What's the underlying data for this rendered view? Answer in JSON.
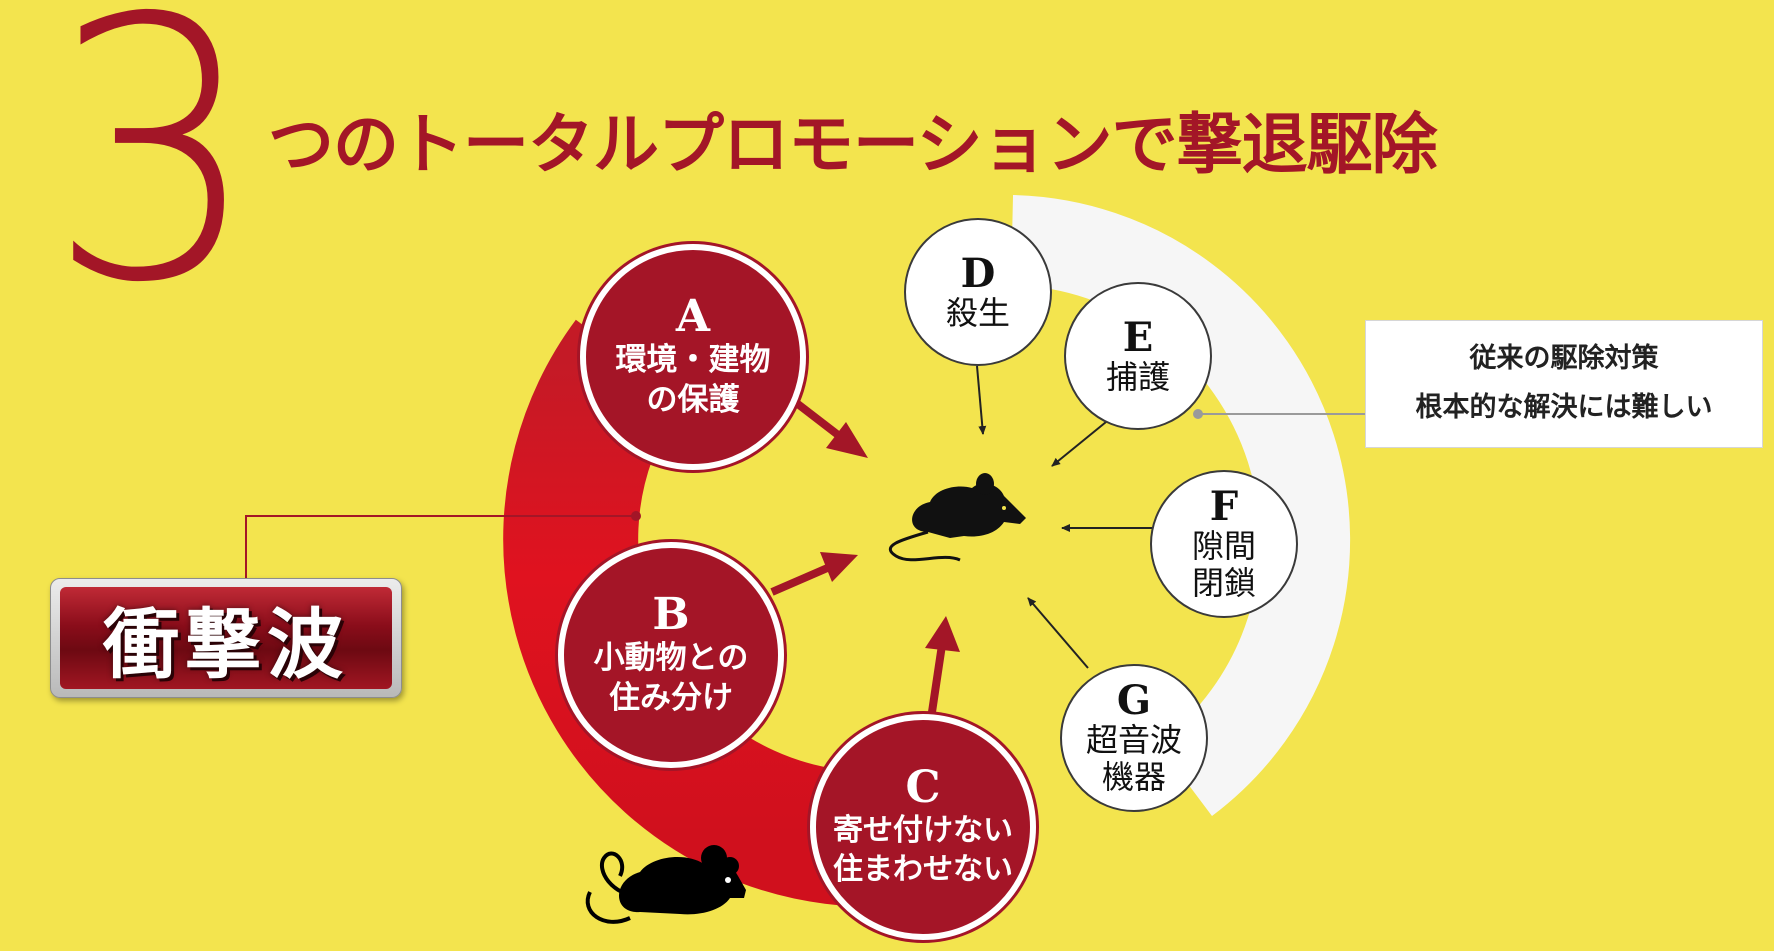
{
  "title": {
    "number": "3",
    "text": "つのトータルプロモーションで撃退駆除"
  },
  "badge": {
    "label": "衝撃波"
  },
  "note": {
    "line1": "従来の駆除対策",
    "line2": "根本的な解決には難しい"
  },
  "shockwave_methods": [
    {
      "letter": "A",
      "text": "環境・建物\nの保護"
    },
    {
      "letter": "B",
      "text": "小動物との\n住み分け"
    },
    {
      "letter": "C",
      "text": "寄せ付けない\n住まわせない"
    }
  ],
  "conventional_methods": [
    {
      "letter": "D",
      "text": "殺生"
    },
    {
      "letter": "E",
      "text": "捕護"
    },
    {
      "letter": "F",
      "text": "隙間\n閉鎖"
    },
    {
      "letter": "G",
      "text": "超音波\n機器"
    }
  ],
  "colors": {
    "background": "#f3e44e",
    "accent_red": "#a41527",
    "arc_red": "#d5101e",
    "arc_white": "#f6f6f6"
  },
  "icons": [
    "mouse-icon-center",
    "mouse-icon-bottom"
  ]
}
